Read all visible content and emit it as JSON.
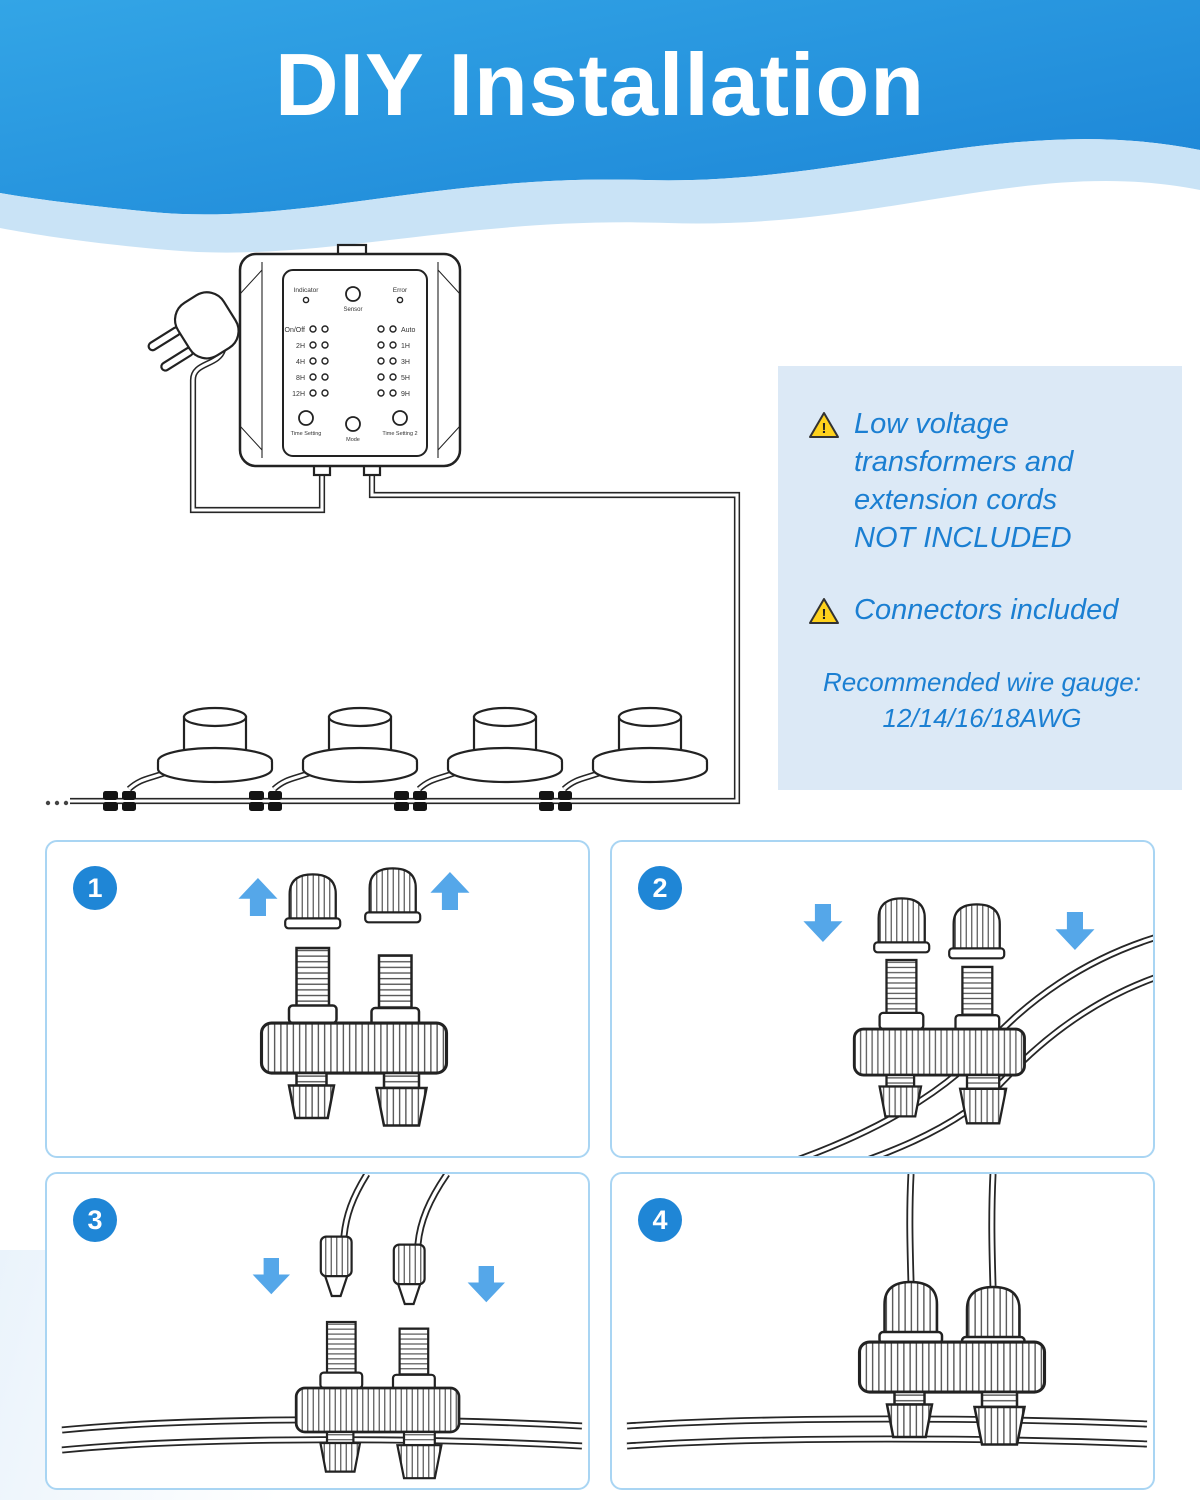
{
  "header": {
    "title": "DIY Installation"
  },
  "info_box": {
    "note1": "Low voltage\ntransformers and\nextension cords\nNOT INCLUDED",
    "note2": "Connectors included",
    "gauge_title": "Recommended wire gauge:",
    "gauge_value": "12/14/16/18AWG"
  },
  "controller": {
    "top": {
      "left": "Indicator",
      "center": "Sensor",
      "right": "Error"
    },
    "left_leds": [
      "On/Off",
      "2H",
      "4H",
      "8H",
      "12H"
    ],
    "right_leds": [
      "Auto",
      "1H",
      "3H",
      "5H",
      "9H"
    ],
    "buttons": {
      "left": "Time Setting",
      "center": "Mode",
      "right": "Time Setting 2"
    }
  },
  "steps": [
    {
      "number": "1"
    },
    {
      "number": "2"
    },
    {
      "number": "3"
    },
    {
      "number": "4"
    }
  ],
  "colors": {
    "header_blue": "#2497e3",
    "header_light_band": "#c9e3f6",
    "accent_text": "#1b7fd2",
    "panel_border": "#a9d5f3",
    "info_bg": "#dce9f6",
    "arrow_blue": "#55a7e9",
    "badge_blue": "#1f86d6",
    "warning_yellow": "#ffd21c"
  }
}
